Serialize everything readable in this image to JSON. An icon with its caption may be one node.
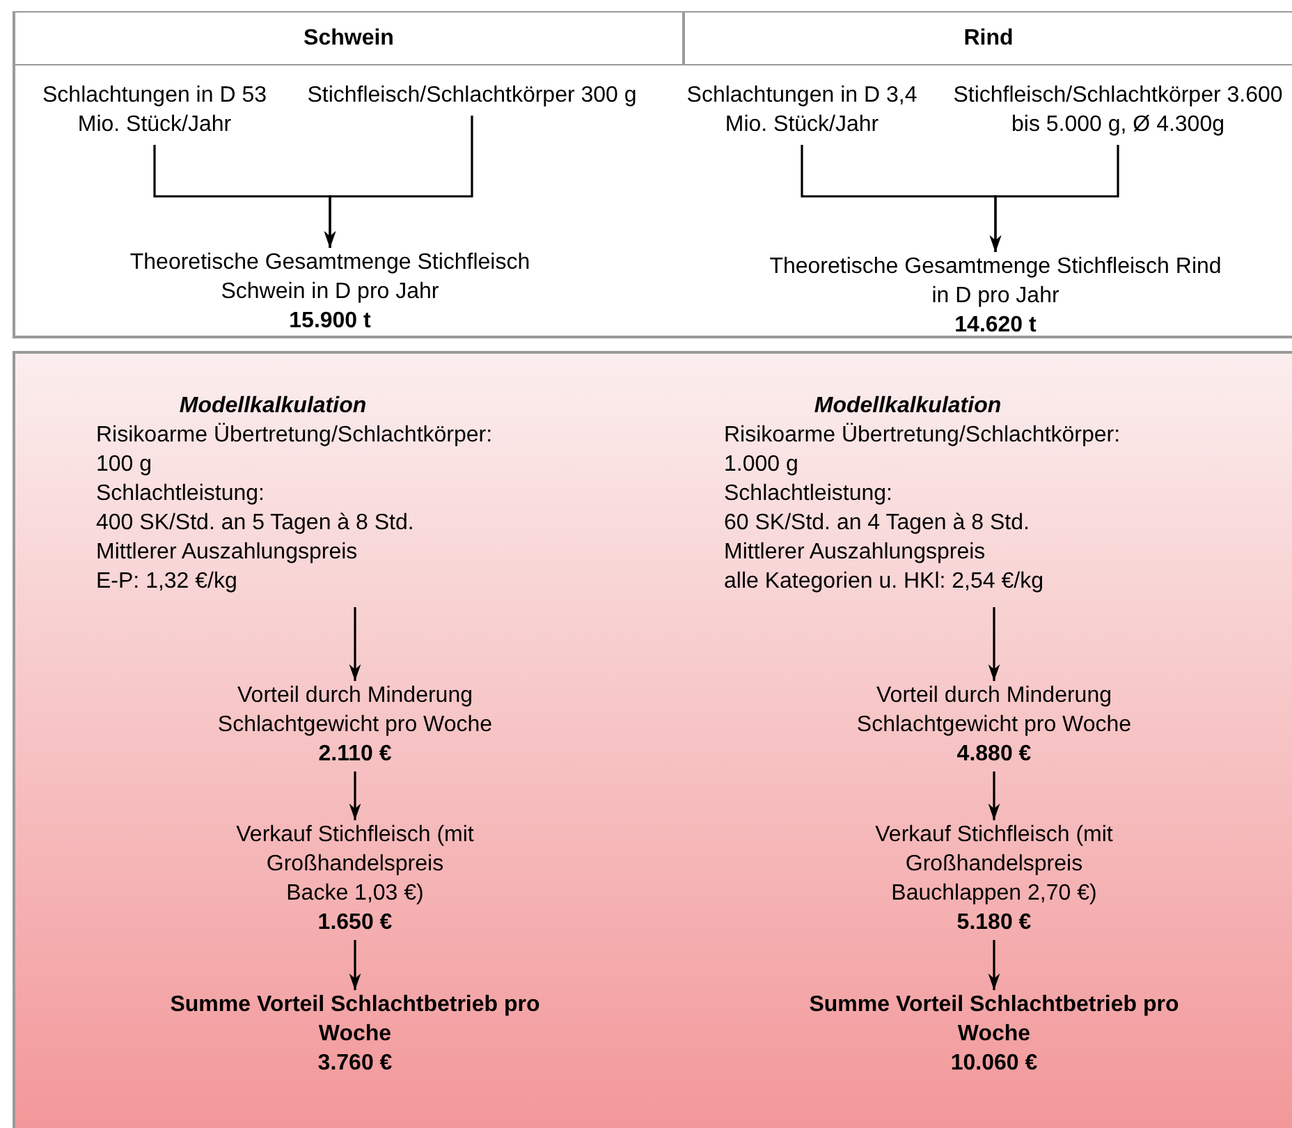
{
  "diagram": {
    "nodes": [
      {
        "text": [
          "Schlachtungen in D 53 Mio. Stück/Jahr"
        ]
      },
      {
        "text": [
          "Stichfleisch/Schlachtkörper 300 g"
        ]
      },
      {
        "text": [
          "Theoretische Gesamtmenge Stichfleisch Schwein in D pro Jahr",
          "15.900 t"
        ]
      },
      {
        "text": [
          "Schlachtungen in D 3,4 Mio. Stück/Jahr"
        ]
      },
      {
        "text": [
          "Stichfleisch/Schlachtkörper 3.600 bis 5.000 g, Ø 4.300g"
        ]
      },
      {
        "text": [
          "Theoretische Gesamtmenge Stichfleisch Rind in D pro Jahr",
          "14.620 t"
        ]
      },
      {
        "text": [
          "Modellkalkulation",
          "Risikoarme Übertretung/Schlachtkörper:",
          "100 g",
          "Schlachtleistung:",
          "400 SK/Std. an 5 Tagen à 8 Std.",
          "Mittlerer Auszahlungspreis",
          "E-P: 1,32 €/kg"
        ]
      },
      {
        "text": [
          "Vorteil durch Minderung Schlachtgewicht pro Woche",
          "2.110 €"
        ]
      },
      {
        "text": [
          "Verkauf Stichfleisch (mit Großhandelspreis Backe 1,03 €)",
          "1.650 €"
        ]
      },
      {
        "text": [
          "Summe Vorteil Schlachtbetrieb pro Woche",
          "3.760 €"
        ]
      },
      {
        "text": [
          "Modellkalkulation",
          "Risikoarme Übertretung/Schlachtkörper:",
          "1.000 g",
          "Schlachtleistung:",
          "60 SK/Std. an 4 Tagen à 8 Std.",
          "Mittlerer Auszahlungspreis",
          "alle Kategorien u. HKl: 2,54 €/kg"
        ]
      },
      {
        "text": [
          "Vorteil durch Minderung Schlachtgewicht pro Woche",
          "4.880 €"
        ]
      },
      {
        "text": [
          "Verkauf Stichfleisch (mit Großhandelspreis Bauchlappen 2,70 €)",
          "5.180 €"
        ]
      },
      {
        "text": [
          "Summe Vorteil Schlachtbetrieb pro Woche",
          "10.060 €"
        ]
      }
    ],
    "edges": [
      {
        "from": 0,
        "to": 2,
        "arrow": "to"
      },
      {
        "from": 1,
        "to": 2,
        "arrow": "to"
      },
      {
        "from": 3,
        "to": 5,
        "arrow": "to"
      },
      {
        "from": 4,
        "to": 5,
        "arrow": "to"
      },
      {
        "from": 6,
        "to": 7,
        "arrow": "to"
      },
      {
        "from": 7,
        "to": 8,
        "arrow": "to"
      },
      {
        "from": 8,
        "to": 9,
        "arrow": "to"
      },
      {
        "from": 10,
        "to": 11,
        "arrow": "to"
      },
      {
        "from": 11,
        "to": 12,
        "arrow": "to"
      },
      {
        "from": 12,
        "to": 13,
        "arrow": "to"
      }
    ],
    "labels": [
      "Schwein",
      "Rind"
    ]
  }
}
